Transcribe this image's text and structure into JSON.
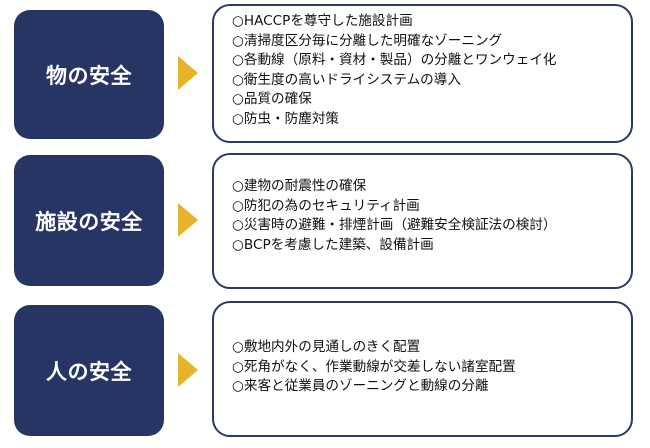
{
  "colors": {
    "label_bg": "#263564",
    "arrow": "#E8B32A",
    "border": "#2b3a66"
  },
  "sections": [
    {
      "label": "物の安全",
      "items": [
        "○HACCPを尊守した施設計画",
        "○清掃度区分毎に分離した明確なゾーニング",
        "○各動線（原料・資材・製品）の分離とワンウェイ化",
        "○衛生度の高いドライシステムの導入",
        "○品質の確保",
        "○防虫・防塵対策"
      ]
    },
    {
      "label": "施設の安全",
      "items": [
        "○建物の耐震性の確保",
        "○防犯の為のセキュリティ計画",
        "○災害時の避難・排煙計画（避難安全検証法の検討）",
        "○BCPを考慮した建築、設備計画"
      ]
    },
    {
      "label": "人の安全",
      "items": [
        "○敷地内外の見通しのきく配置",
        "○死角がなく、作業動線が交差しない諸室配置",
        "○来客と従業員のゾーニングと動線の分離"
      ]
    }
  ]
}
